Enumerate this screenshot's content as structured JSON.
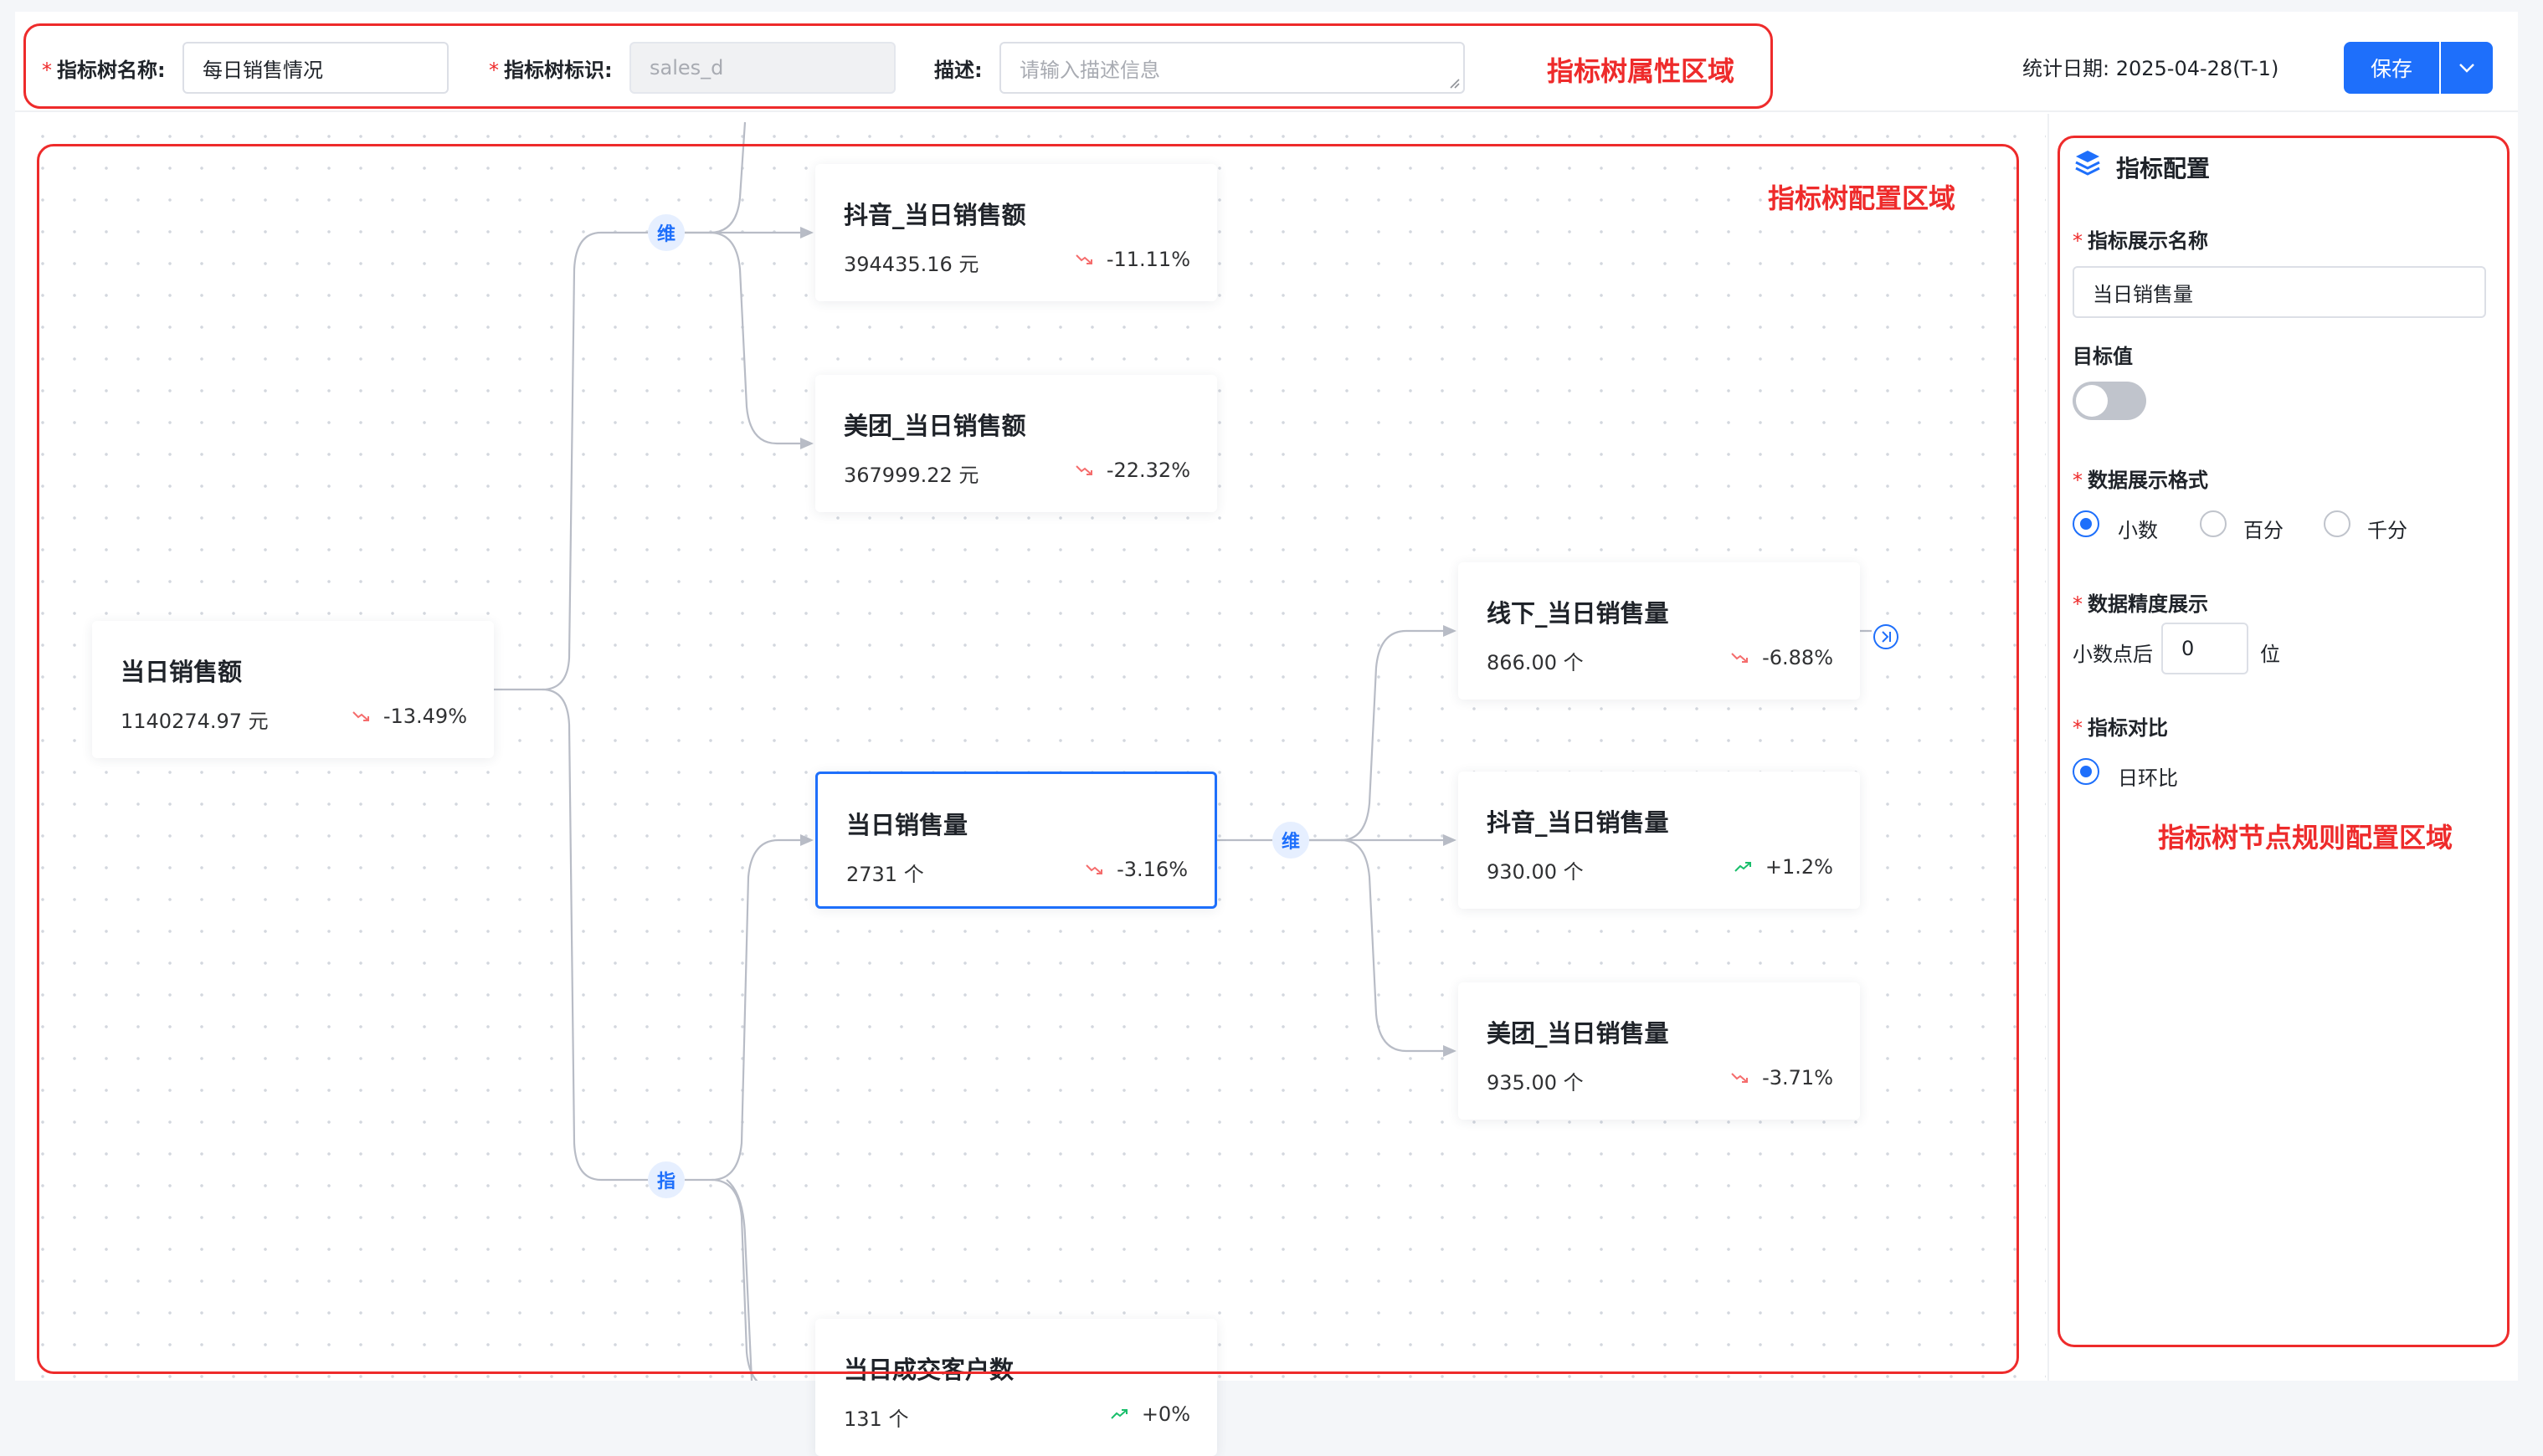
{
  "header": {
    "tree_name_label": "指标树名称:",
    "tree_name_value": "每日销售情况",
    "tree_id_label": "指标树标识:",
    "tree_id_value": "sales_d",
    "desc_label": "描述:",
    "desc_placeholder": "请输入描述信息",
    "region_label": "指标树属性区域",
    "stat_date": "统计日期: 2025-04-28(T-1)",
    "save_label": "保存"
  },
  "canvas": {
    "region_label": "指标树配置区域",
    "nodes": [
      {
        "title": "当日销售额",
        "value": "1140274.97 元",
        "change": "-13.49%",
        "trend": "down"
      },
      {
        "title": "抖音_当日销售额",
        "value": "394435.16 元",
        "change": "-11.11%",
        "trend": "down"
      },
      {
        "title": "美团_当日销售额",
        "value": "367999.22 元",
        "change": "-22.32%",
        "trend": "down"
      },
      {
        "title": "当日销售量",
        "value": "2731 个",
        "change": "-3.16%",
        "trend": "down"
      },
      {
        "title": "当日成交客户数",
        "value": "131 个",
        "change": "+0%",
        "trend": "up"
      },
      {
        "title": "线下_当日销售量",
        "value": "866.00 个",
        "change": "-6.88%",
        "trend": "down"
      },
      {
        "title": "抖音_当日销售量",
        "value": "930.00 个",
        "change": "+1.2%",
        "trend": "up"
      },
      {
        "title": "美团_当日销售量",
        "value": "935.00 个",
        "change": "-3.71%",
        "trend": "down"
      }
    ],
    "bubbles": [
      {
        "label": "维"
      },
      {
        "label": "指"
      },
      {
        "label": "维"
      }
    ]
  },
  "panel": {
    "title": "指标配置",
    "display_name_label": "指标展示名称",
    "display_name_value": "当日销售量",
    "target_label": "目标值",
    "target_enabled": false,
    "format_label": "数据展示格式",
    "format_options": [
      "小数",
      "百分",
      "千分"
    ],
    "format_selected": "小数",
    "precision_label": "数据精度展示",
    "precision_prefix": "小数点后",
    "precision_value": "0",
    "precision_suffix": "位",
    "compare_label": "指标对比",
    "compare_options": [
      "日环比"
    ],
    "compare_selected": "日环比",
    "region_label": "指标树节点规则配置区域"
  },
  "colors": {
    "primary": "#1e6ffb",
    "annotation_red": "#ee2b2b",
    "trend_down": "#f56c6c",
    "trend_up": "#19be6b",
    "edge": "#b8bcc6"
  }
}
